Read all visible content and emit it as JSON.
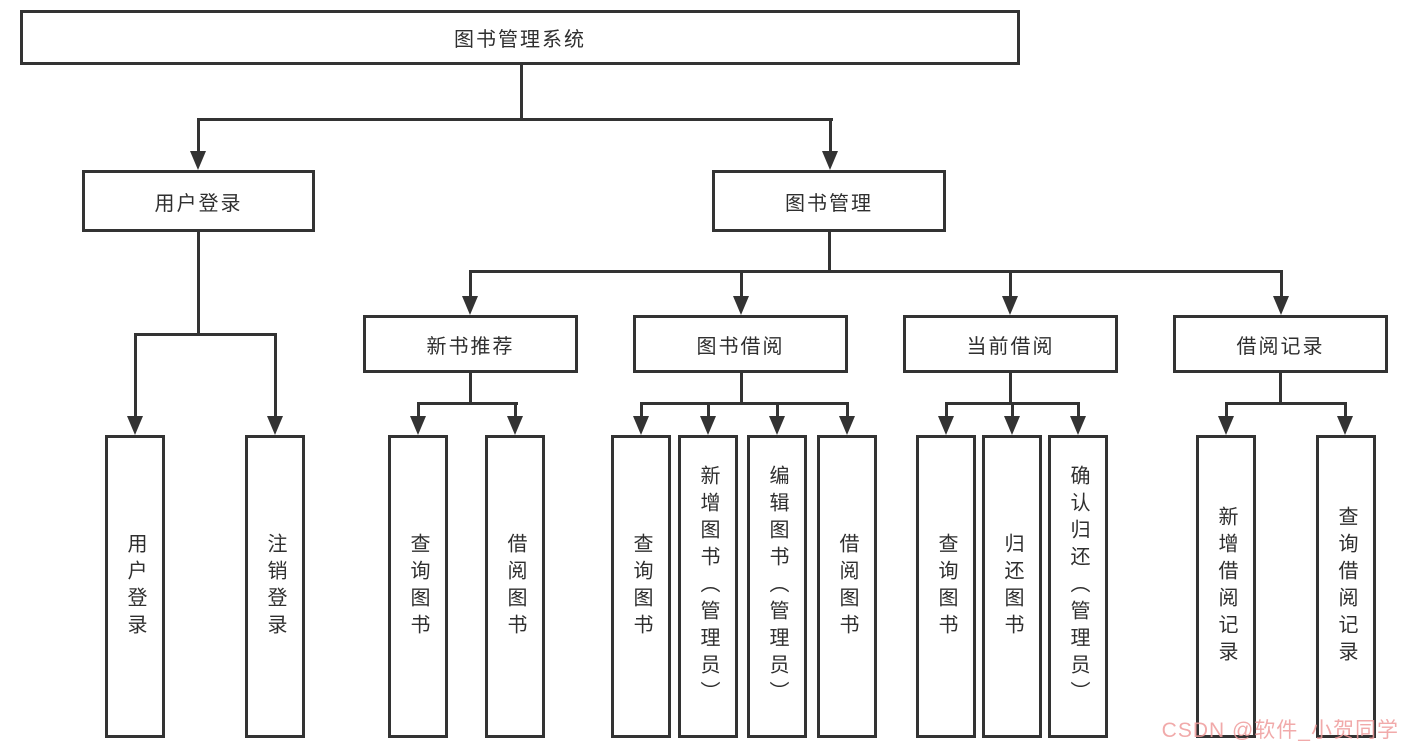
{
  "diagram": {
    "title_box": "图书管理系统",
    "level2": [
      "用户登录",
      "图书管理"
    ],
    "level3": [
      "新书推荐",
      "图书借阅",
      "当前借阅",
      "借阅记录"
    ],
    "leaves": {
      "login": [
        "用户登录",
        "注销登录"
      ],
      "recommend": [
        "查询图书",
        "借阅图书"
      ],
      "borrow": [
        "查询图书",
        "新增图书（管理员）",
        "编辑图书（管理员）",
        "借阅图书"
      ],
      "current": [
        "查询图书",
        "归还图书",
        "确认归还（管理员）"
      ],
      "records": [
        "新增借阅记录",
        "查询借阅记录"
      ]
    }
  },
  "colors": {
    "line": "#333333",
    "text": "#2f2f2f",
    "background": "#ffffff",
    "watermark": "#ef9c9c"
  },
  "watermark": {
    "text": "CSDN @软件_小贺同学"
  }
}
